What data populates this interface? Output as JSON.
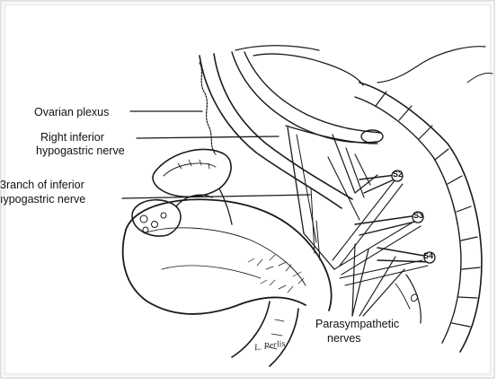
{
  "labels": {
    "ovarian_plexus": "Ovarian plexus",
    "right_inferior_line1": "Right inferior",
    "right_inferior_line2": "hypogastric nerve",
    "branch_line1": "3ranch of inferior",
    "branch_line2": "ıypogastric nerve",
    "parasympathetic_line1": "Parasympathetic",
    "parasympathetic_line2": "nerves"
  },
  "segments": {
    "s2": "S2",
    "s3": "S3",
    "s4": "S4"
  },
  "signature": "L. Perlis"
}
